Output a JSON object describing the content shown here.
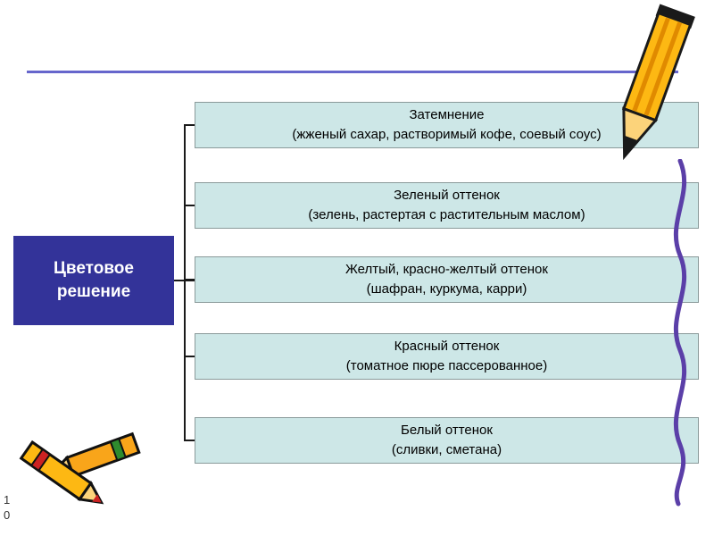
{
  "slide": {
    "page_number": "10",
    "title_box": {
      "label": "Цветовое решение"
    },
    "boxes": [
      {
        "title": "Затемнение",
        "subtitle": "(жженый сахар, растворимый кофе, соевый соус)"
      },
      {
        "title": "Зеленый оттенок",
        "subtitle": "(зелень, растертая с растительным маслом)"
      },
      {
        "title": "Желтый, красно-желтый оттенок",
        "subtitle": "(шафран, куркума, карри)"
      },
      {
        "title": "Красный оттенок",
        "subtitle": "(томатное пюре пассерованное)"
      },
      {
        "title": "Белый оттенок",
        "subtitle": "(сливки, сметана)"
      }
    ],
    "decorations": {
      "top_right_icon": "pencil",
      "bottom_left_icon": "crayons",
      "right_edge_ornament": "purple-wave-line"
    },
    "colors": {
      "title_box_bg": "#333399",
      "box_bg": "#cde7e7",
      "box_border": "#8a9a9a",
      "top_rule": "#6666cc",
      "wave_line": "#5b3fa8",
      "pencil_body": "#fdb813"
    }
  }
}
